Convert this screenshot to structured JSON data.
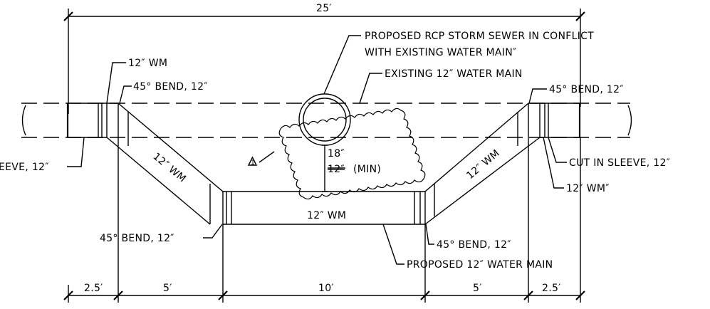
{
  "dimensions": {
    "overall": "25′",
    "segments": [
      "2.5′",
      "5′",
      "10′",
      "5′",
      "2.5′"
    ]
  },
  "callouts": {
    "rcp_conflict_line1": "PROPOSED RCP STORM SEWER IN CONFLICT",
    "rcp_conflict_line2": "WITH EXISTING WATER MAIN″",
    "existing_water_main": "EXISTING 12″ WATER MAIN",
    "wm_top_left": "12″ WM",
    "bend_top_left": "45° BEND, 12″",
    "bend_top_right": "45° BEND, 12″",
    "sleeve_left": "EEVE, 12″",
    "cut_in_sleeve_right": "CUT IN SLEEVE, 12″",
    "wm_right": "12″ WM″",
    "bend_bottom_left": "45° BEND, 12″",
    "bend_bottom_right": "45° BEND, 12″",
    "proposed_water_main": "PROPOSED 12″ WATER MAIN",
    "clearance_new": "18″",
    "clearance_old": "12″",
    "clearance_min": "(MIN)",
    "revision_number": "1"
  },
  "pipe_labels": {
    "left_diagonal": "12″ WM",
    "right_diagonal": "12″ WM",
    "bottom_run": "12″ WM"
  }
}
